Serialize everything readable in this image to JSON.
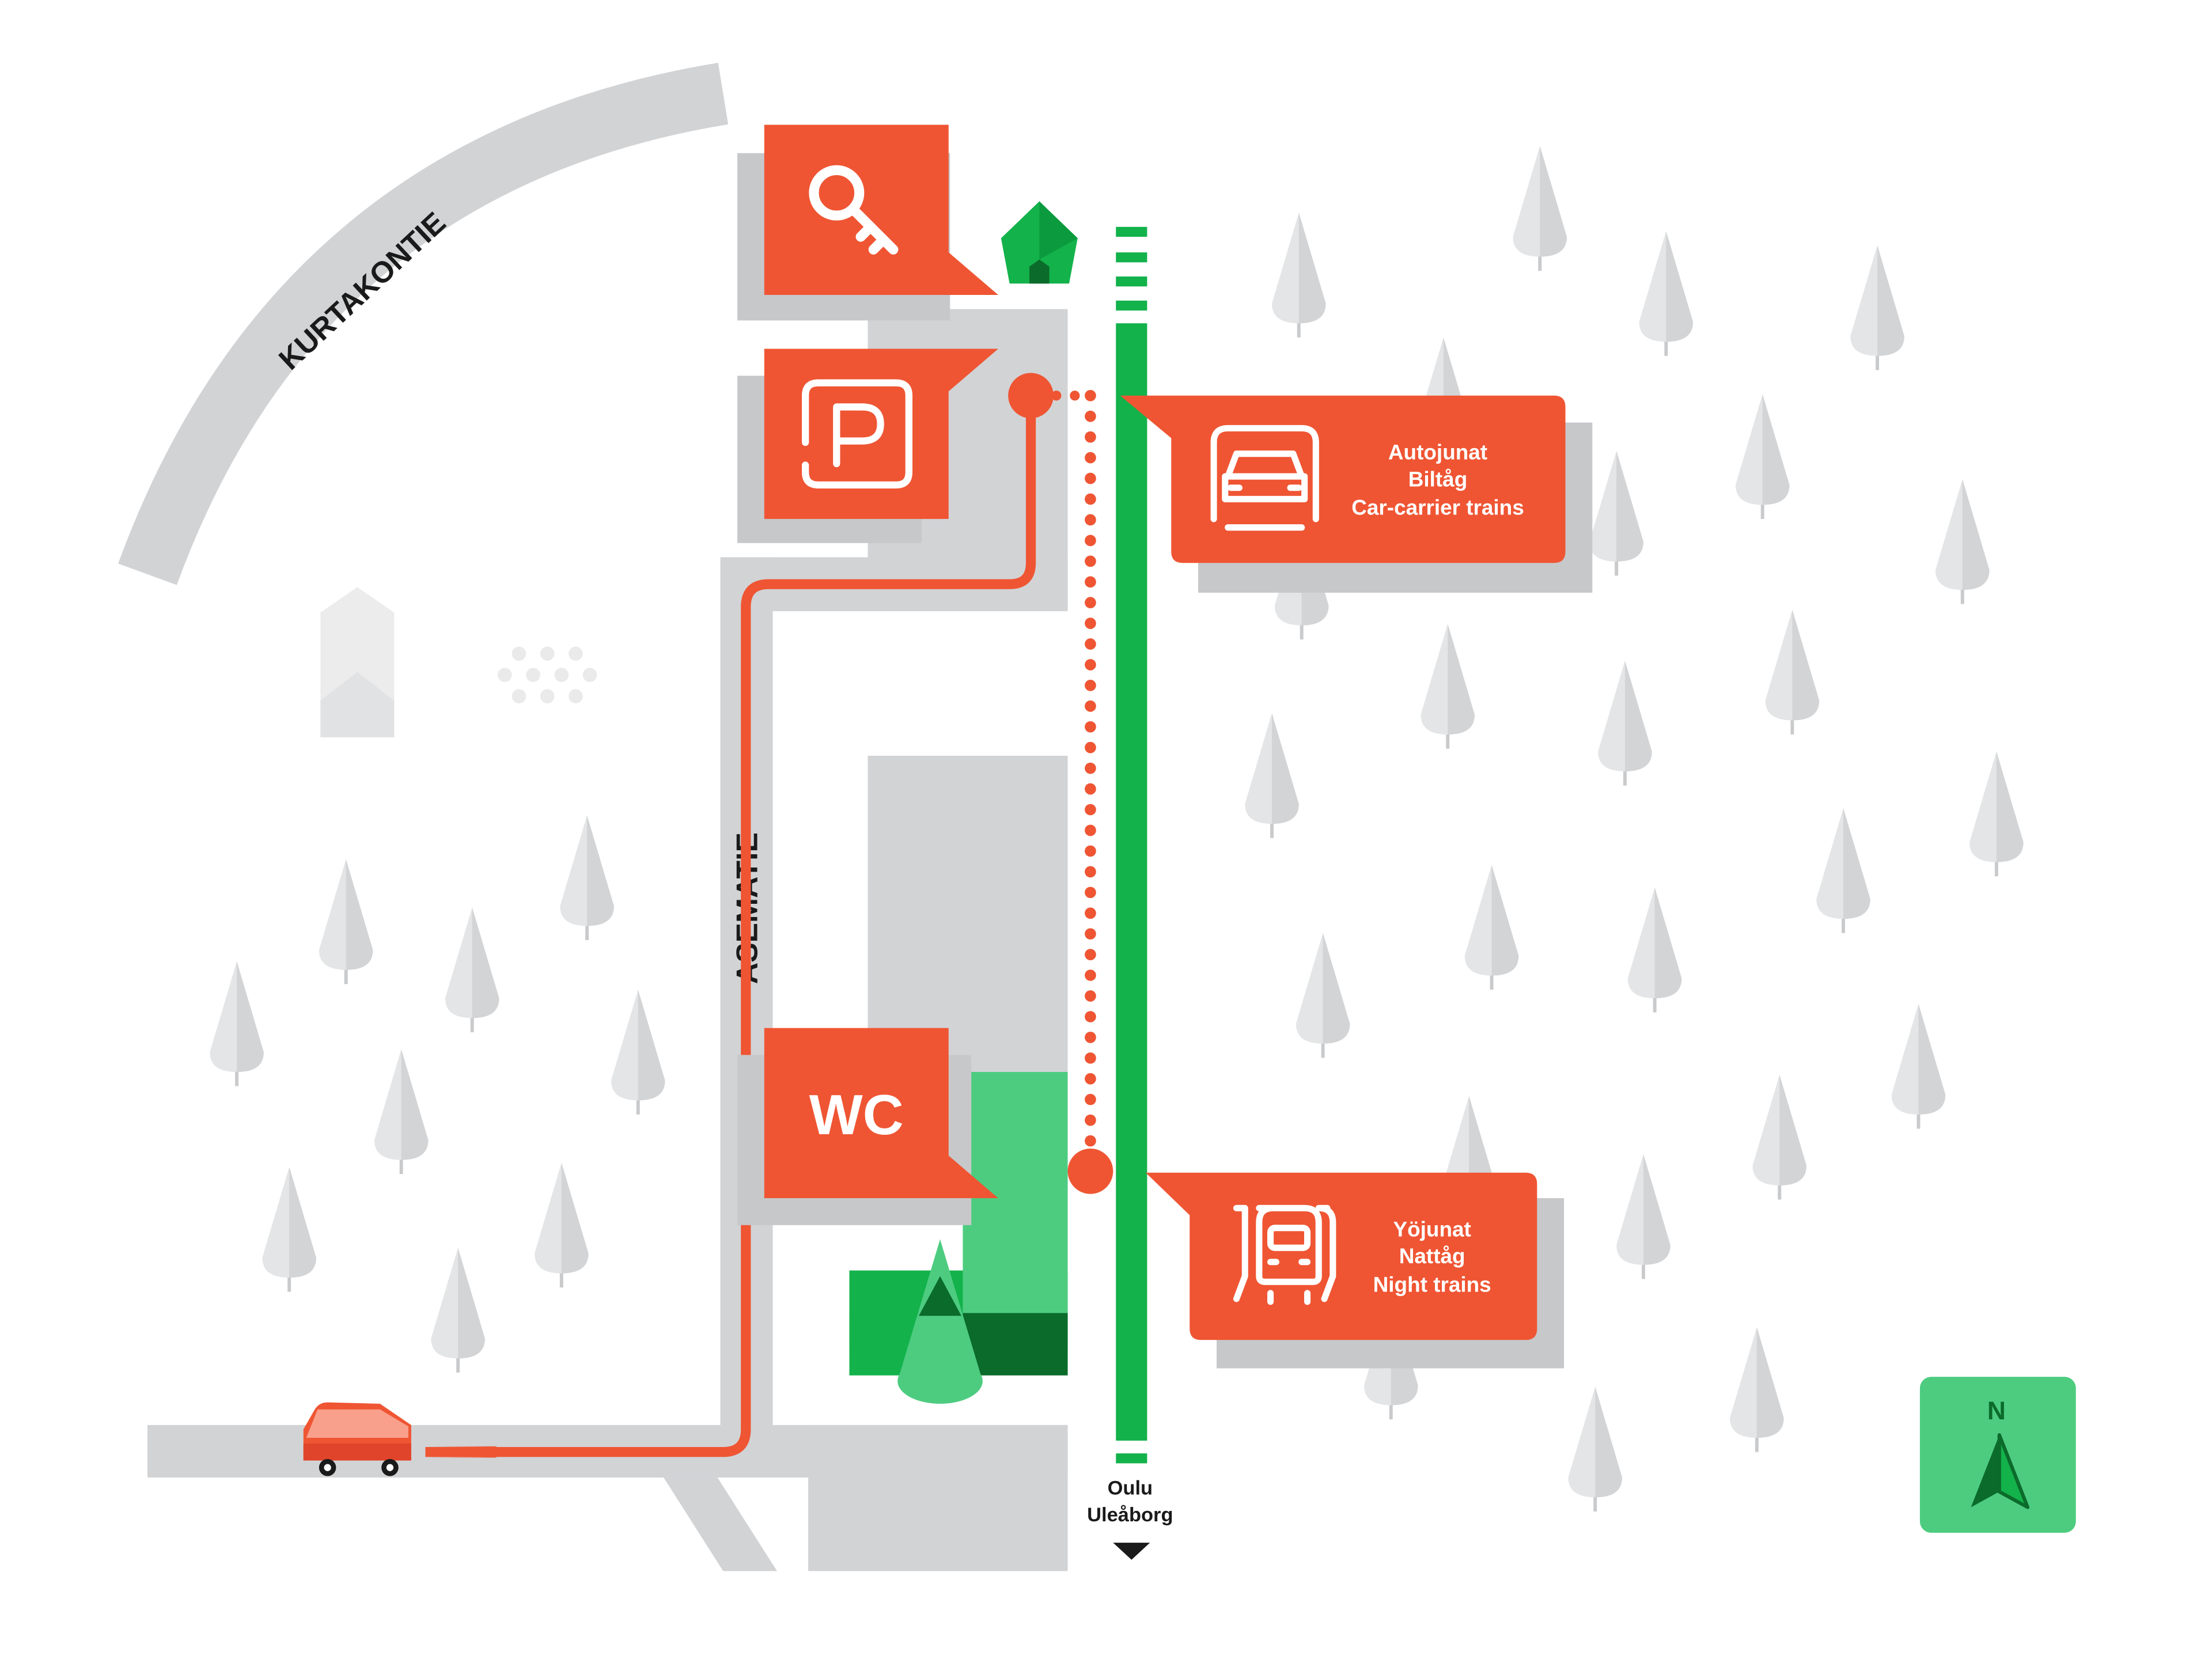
{
  "roads": {
    "kurtakontie": "KURTAKONTIE",
    "asematie": "ASEMATIE"
  },
  "callouts": {
    "car_trains": {
      "line1": "Autojunat",
      "line2": "Biltåg",
      "line3": "Car-carrier trains",
      "icon": "car-carrier-train-icon"
    },
    "night_trains": {
      "line1": "Yöjunat",
      "line2": "Nattåg",
      "line3": "Night trains",
      "icon": "night-train-icon"
    },
    "key": {
      "icon": "key-icon"
    },
    "parking": {
      "icon": "parking-icon"
    },
    "wc": {
      "label": "WC"
    }
  },
  "destination": {
    "line1": "Oulu",
    "line2": "Uleåborg"
  },
  "compass": {
    "label": "N"
  },
  "colors": {
    "accent": "#ef5533",
    "rail": "#13b24b",
    "building_green": "#4dcc80",
    "road": "#d2d3d5",
    "tree": "#dedfe0"
  }
}
